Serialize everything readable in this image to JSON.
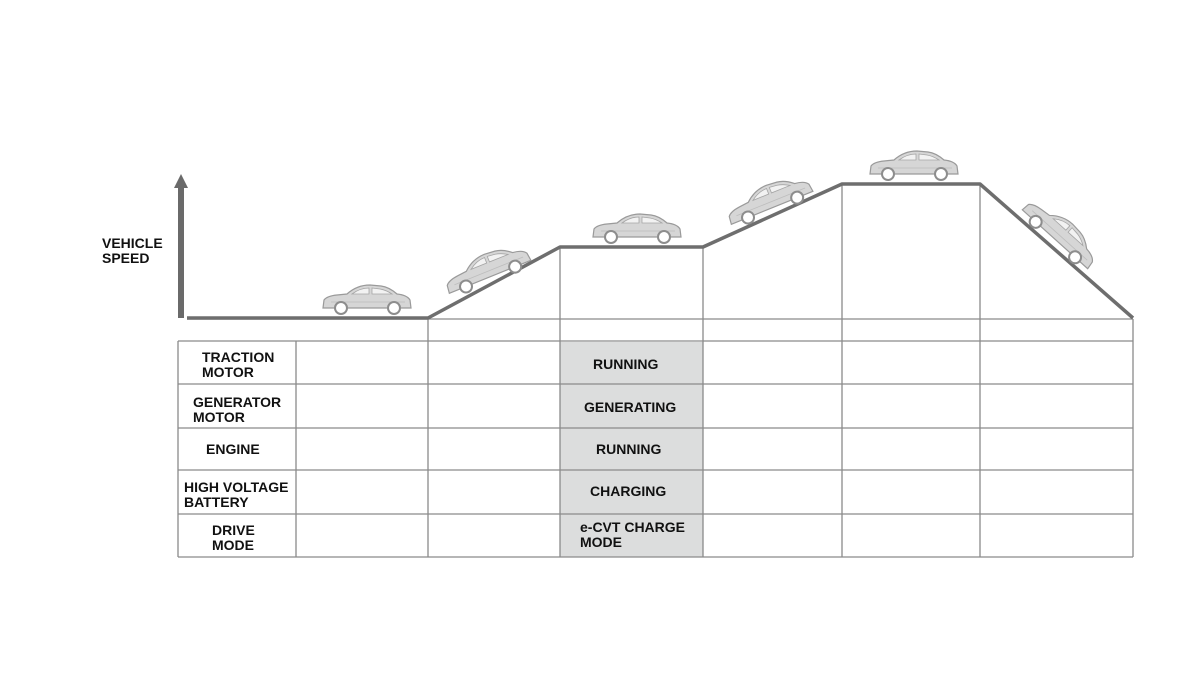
{
  "axis": {
    "label_lines": [
      "VEHICLE",
      "SPEED"
    ]
  },
  "row_labels": [
    [
      "TRACTION",
      "MOTOR"
    ],
    [
      "GENERATOR",
      "MOTOR"
    ],
    [
      "ENGINE"
    ],
    [
      "HIGH VOLTAGE",
      "BATTERY"
    ],
    [
      "DRIVE",
      "MODE"
    ]
  ],
  "highlighted_column": {
    "column_index": 2,
    "cells": [
      [
        "RUNNING"
      ],
      [
        "GENERATING"
      ],
      [
        "RUNNING"
      ],
      [
        "CHARGING"
      ],
      [
        "e-CVT CHARGE",
        "MODE"
      ]
    ]
  },
  "colors": {
    "profile_line": "#6e6e6e",
    "grid_line": "#8a8a8a",
    "highlight_fill": "#dcdddd",
    "car_body": "#d6d6d6",
    "car_outline": "#9a9a9a",
    "arrow": "#6a6a6a"
  },
  "icons": {
    "car": "car-icon",
    "axis_arrow": "arrow-up-icon"
  }
}
